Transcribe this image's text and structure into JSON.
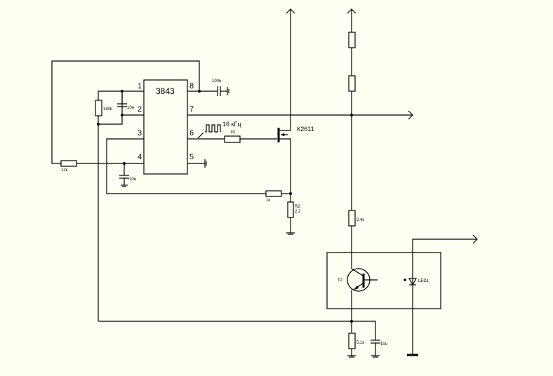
{
  "diagram": {
    "type": "circuit-schematic",
    "background": "#fffff3",
    "ic": {
      "name": "3843",
      "pins": {
        "p1": "1",
        "p2": "2",
        "p3": "3",
        "p4": "4",
        "p5": "5",
        "p6": "6",
        "p7": "7",
        "p8": "8"
      }
    },
    "components": {
      "r_timing": "150k",
      "c_timing": "10н",
      "c_vcc": "100н",
      "r_input": "12к",
      "c_pin4": "10н",
      "r_gate": "10",
      "signal_freq": "16 кГц",
      "mosfet": "К2611",
      "r_sense_fb": "1к",
      "r_sense_name": "R2",
      "r_sense_value": "2.2",
      "r_divider": "2.4к",
      "transistor": "T2",
      "led": "LED1",
      "r_bottom": "5.1к",
      "c_bottom": "10н"
    }
  }
}
